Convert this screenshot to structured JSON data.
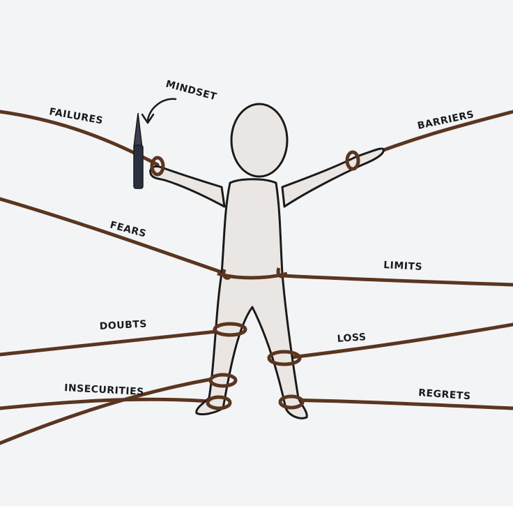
{
  "colors": {
    "background": "#f3f4f6",
    "rope": "#5a3620",
    "figure_fill": "#e9e6e3",
    "outline": "#1a1a1a",
    "knife_blade": "#3b4152"
  },
  "labels": {
    "mindset": "MINDSET",
    "failures": "FAILURES",
    "barriers": "BARRIERS",
    "fears": "FEARS",
    "limits": "LIMITS",
    "doubts": "DOUBTS",
    "loss": "LOSS",
    "insecurities": "INSECURITIES",
    "regrets": "REGRETS"
  },
  "icons": [
    "stick-figure-icon",
    "knife-icon",
    "curved-arrow-icon",
    "rope-icon"
  ]
}
